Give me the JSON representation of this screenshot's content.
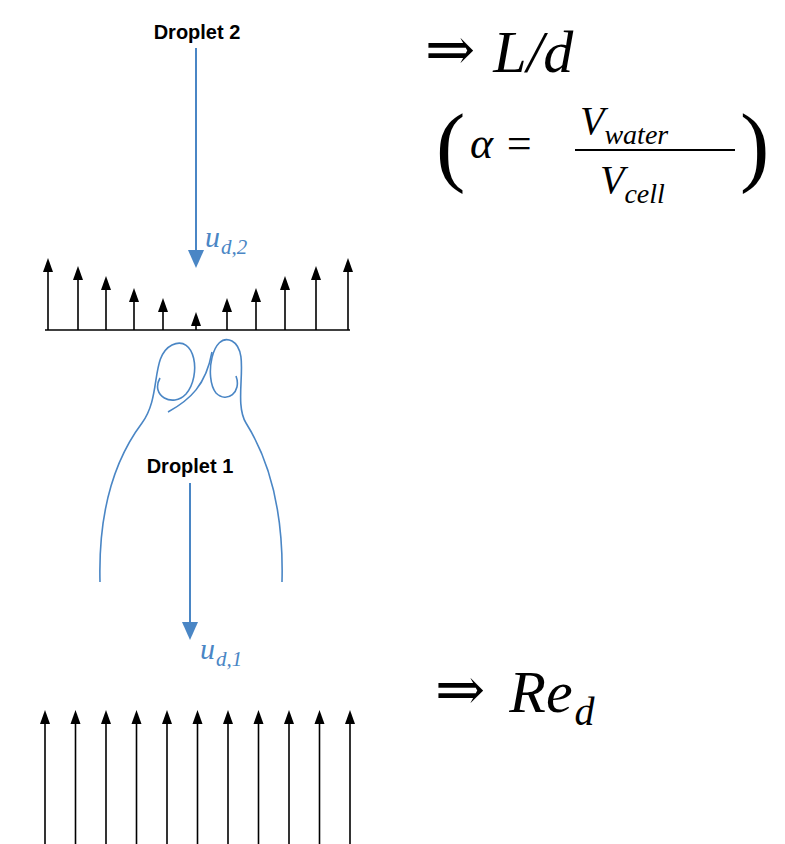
{
  "diagram": {
    "nodes": [
      {
        "text": [
          "Droplet 2"
        ]
      },
      {
        "text": [
          "Droplet 1"
        ]
      }
    ],
    "labels": [
      "u",
      "d,2",
      "u",
      "d,1",
      "⇒",
      "L/d",
      "(",
      "α =",
      "V",
      "water",
      "V",
      "cell",
      ")",
      "⇒",
      "Re",
      "d"
    ]
  }
}
